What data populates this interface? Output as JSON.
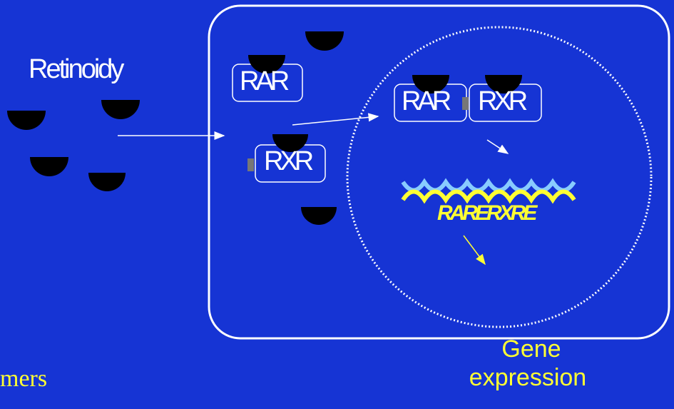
{
  "labels": {
    "retinoid": "Retinoidy",
    "gene": "Gene",
    "expression": "expression",
    "partial_left": "mers"
  },
  "receptors": {
    "rar_cytoplasm": "RAR",
    "rxr_cytoplasm": "RXR",
    "rar_nucleus": "RAR",
    "rxr_nucleus": "RXR"
  },
  "dna": {
    "response_elements": "RARERXRE"
  },
  "colors": {
    "background": "#1634d4",
    "text_white": "#ffffff",
    "text_yellow": "#ffff33",
    "ligand": "#000000",
    "dna_strand_yellow": "#ffff33",
    "dna_strand_blue": "#88ccff"
  }
}
